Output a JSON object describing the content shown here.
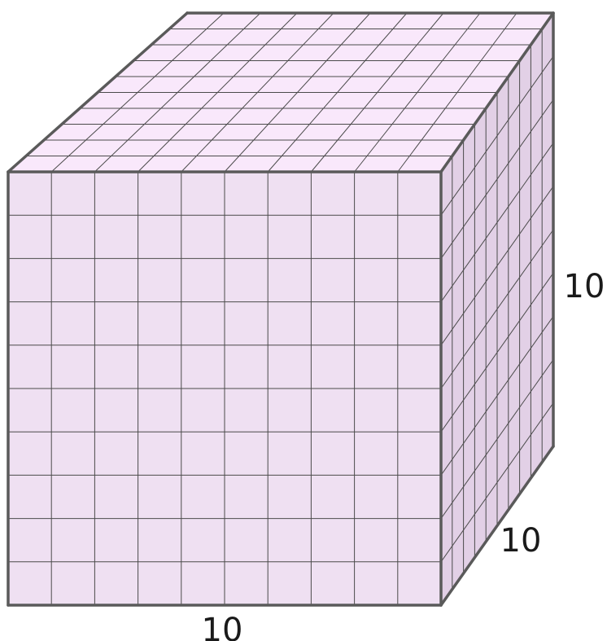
{
  "cube": {
    "grid_divisions": 10,
    "colors": {
      "front_face": "#efe0f2",
      "top_face": "#f9e8fb",
      "side_face": "#e2d0e6",
      "grid_line": "#4b4b4b",
      "edge": "#5a5a5a"
    },
    "labels": {
      "width": "10",
      "depth": "10",
      "height": "10"
    }
  }
}
